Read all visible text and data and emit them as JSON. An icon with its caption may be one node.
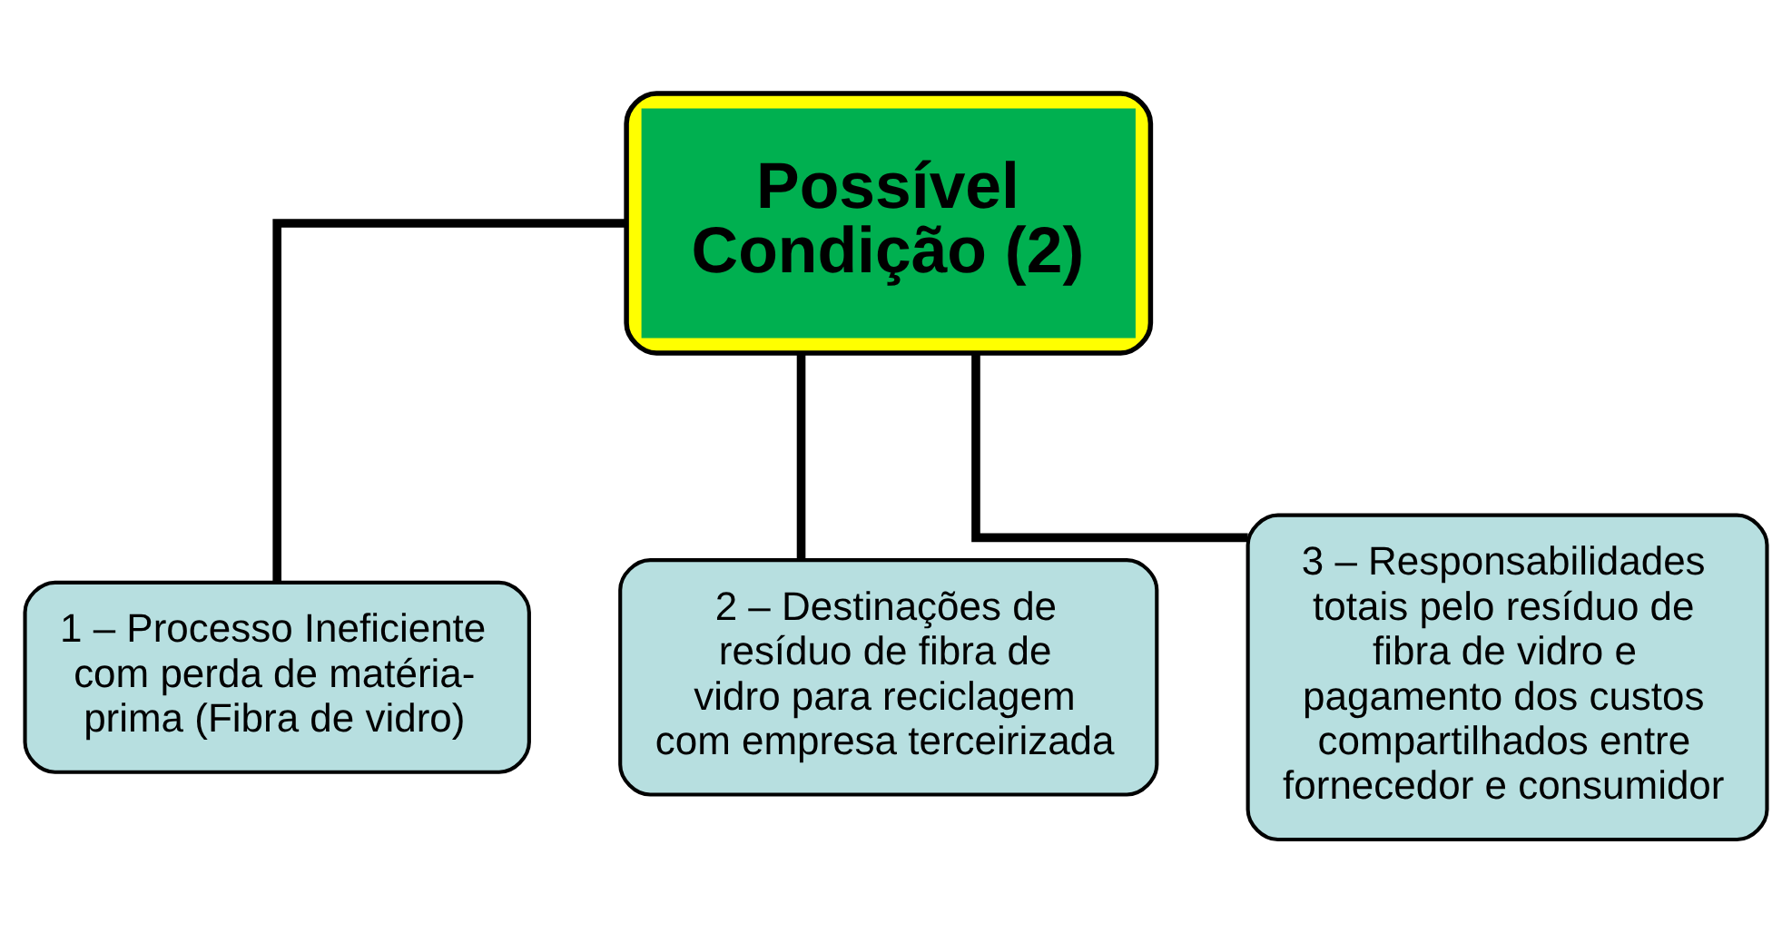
{
  "diagram": {
    "nodes": [
      {
        "text": [
          "Possível Condição (2)"
        ]
      },
      {
        "text": [
          "1 – Processo Ineficiente com perda de matéria-prima (Fibra de vidro)"
        ]
      },
      {
        "text": [
          "2 – Destinações de resíduo de fibra de vidro para reciclagem com empresa terceirizada"
        ]
      },
      {
        "text": [
          "3 – Responsabilidades totais pelo resíduo de fibra de vidro e pagamento dos custos compartilhados entre fornecedor e consumidor"
        ]
      }
    ],
    "edges": [
      {
        "from": 0,
        "to": 1,
        "arrow": "none"
      },
      {
        "from": 0,
        "to": 2,
        "arrow": "none"
      },
      {
        "from": 0,
        "to": 3,
        "arrow": "none"
      }
    ]
  }
}
